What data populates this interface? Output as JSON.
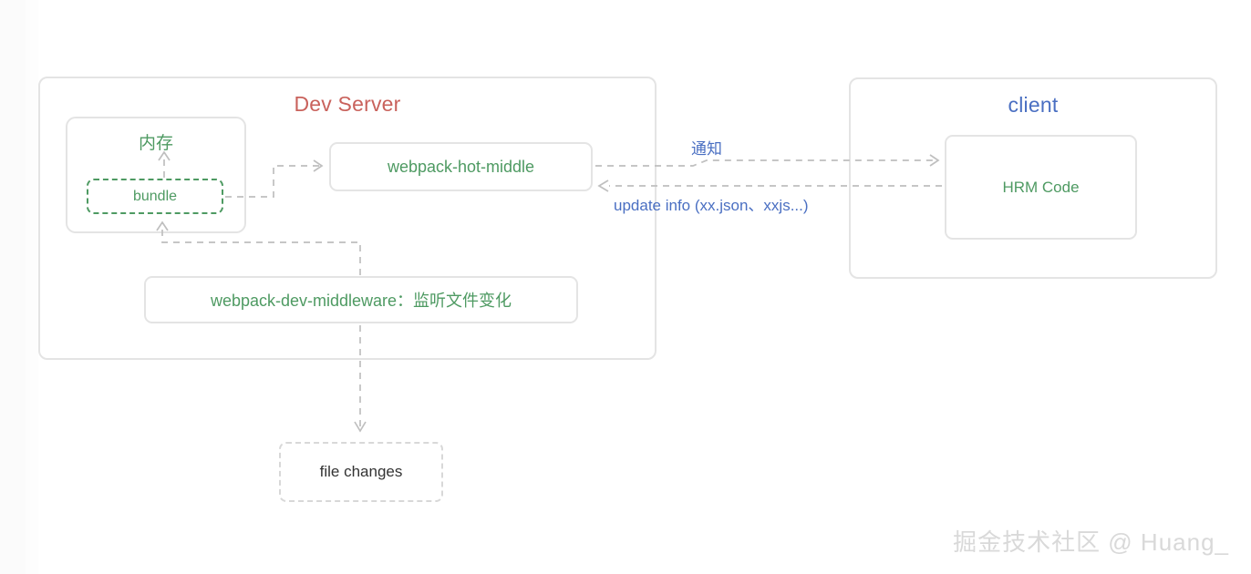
{
  "diagram": {
    "title_dev_server": "Dev Server",
    "title_client": "client",
    "colors": {
      "dev_server_title": "#c9625c",
      "client_title": "#4a6fc2",
      "node_text_green": "#4e9a62",
      "edge_label_blue": "#4a6fc2",
      "border_gray": "#e4e4e4",
      "arrow_gray": "#bfbfbf",
      "watermark_gray": "#d9d9d9"
    },
    "nodes": {
      "memory": "内存",
      "bundle": "bundle",
      "hot_middle": "webpack-hot-middle",
      "dev_middleware": "webpack-dev-middleware：监听文件变化",
      "hrm_code": "HRM Code",
      "file_changes": "file changes"
    },
    "edge_labels": {
      "notify": "通知",
      "update_info": "update info (xx.json、xxjs...)"
    }
  },
  "watermark": {
    "text": "掘金技术社区 @ Huang_"
  }
}
